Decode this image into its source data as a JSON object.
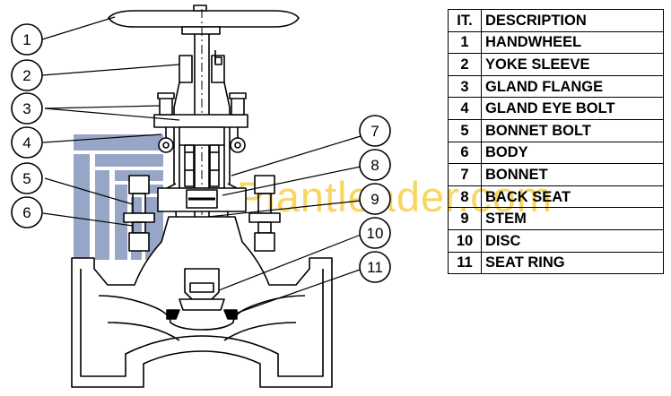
{
  "table": {
    "header": {
      "it": "IT.",
      "description": "DESCRIPTION"
    },
    "rows": [
      {
        "it": "1",
        "description": "HANDWHEEL"
      },
      {
        "it": "2",
        "description": "YOKE SLEEVE"
      },
      {
        "it": "3",
        "description": "GLAND FLANGE"
      },
      {
        "it": "4",
        "description": "GLAND EYE BOLT"
      },
      {
        "it": "5",
        "description": "BONNET BOLT"
      },
      {
        "it": "6",
        "description": "BODY"
      },
      {
        "it": "7",
        "description": "BONNET"
      },
      {
        "it": "8",
        "description": "BACK SEAT"
      },
      {
        "it": "9",
        "description": "STEM"
      },
      {
        "it": "10",
        "description": "DISC"
      },
      {
        "it": "11",
        "description": "SEAT RING"
      }
    ]
  },
  "balloons": [
    "1",
    "2",
    "3",
    "4",
    "5",
    "6",
    "7",
    "8",
    "9",
    "10",
    "11"
  ],
  "watermark": {
    "text": "Plantleader.com",
    "color_text": "#f5cd36",
    "color_logo": "#7d8fb9"
  },
  "colors": {
    "line": "#000000",
    "background": "#ffffff"
  }
}
